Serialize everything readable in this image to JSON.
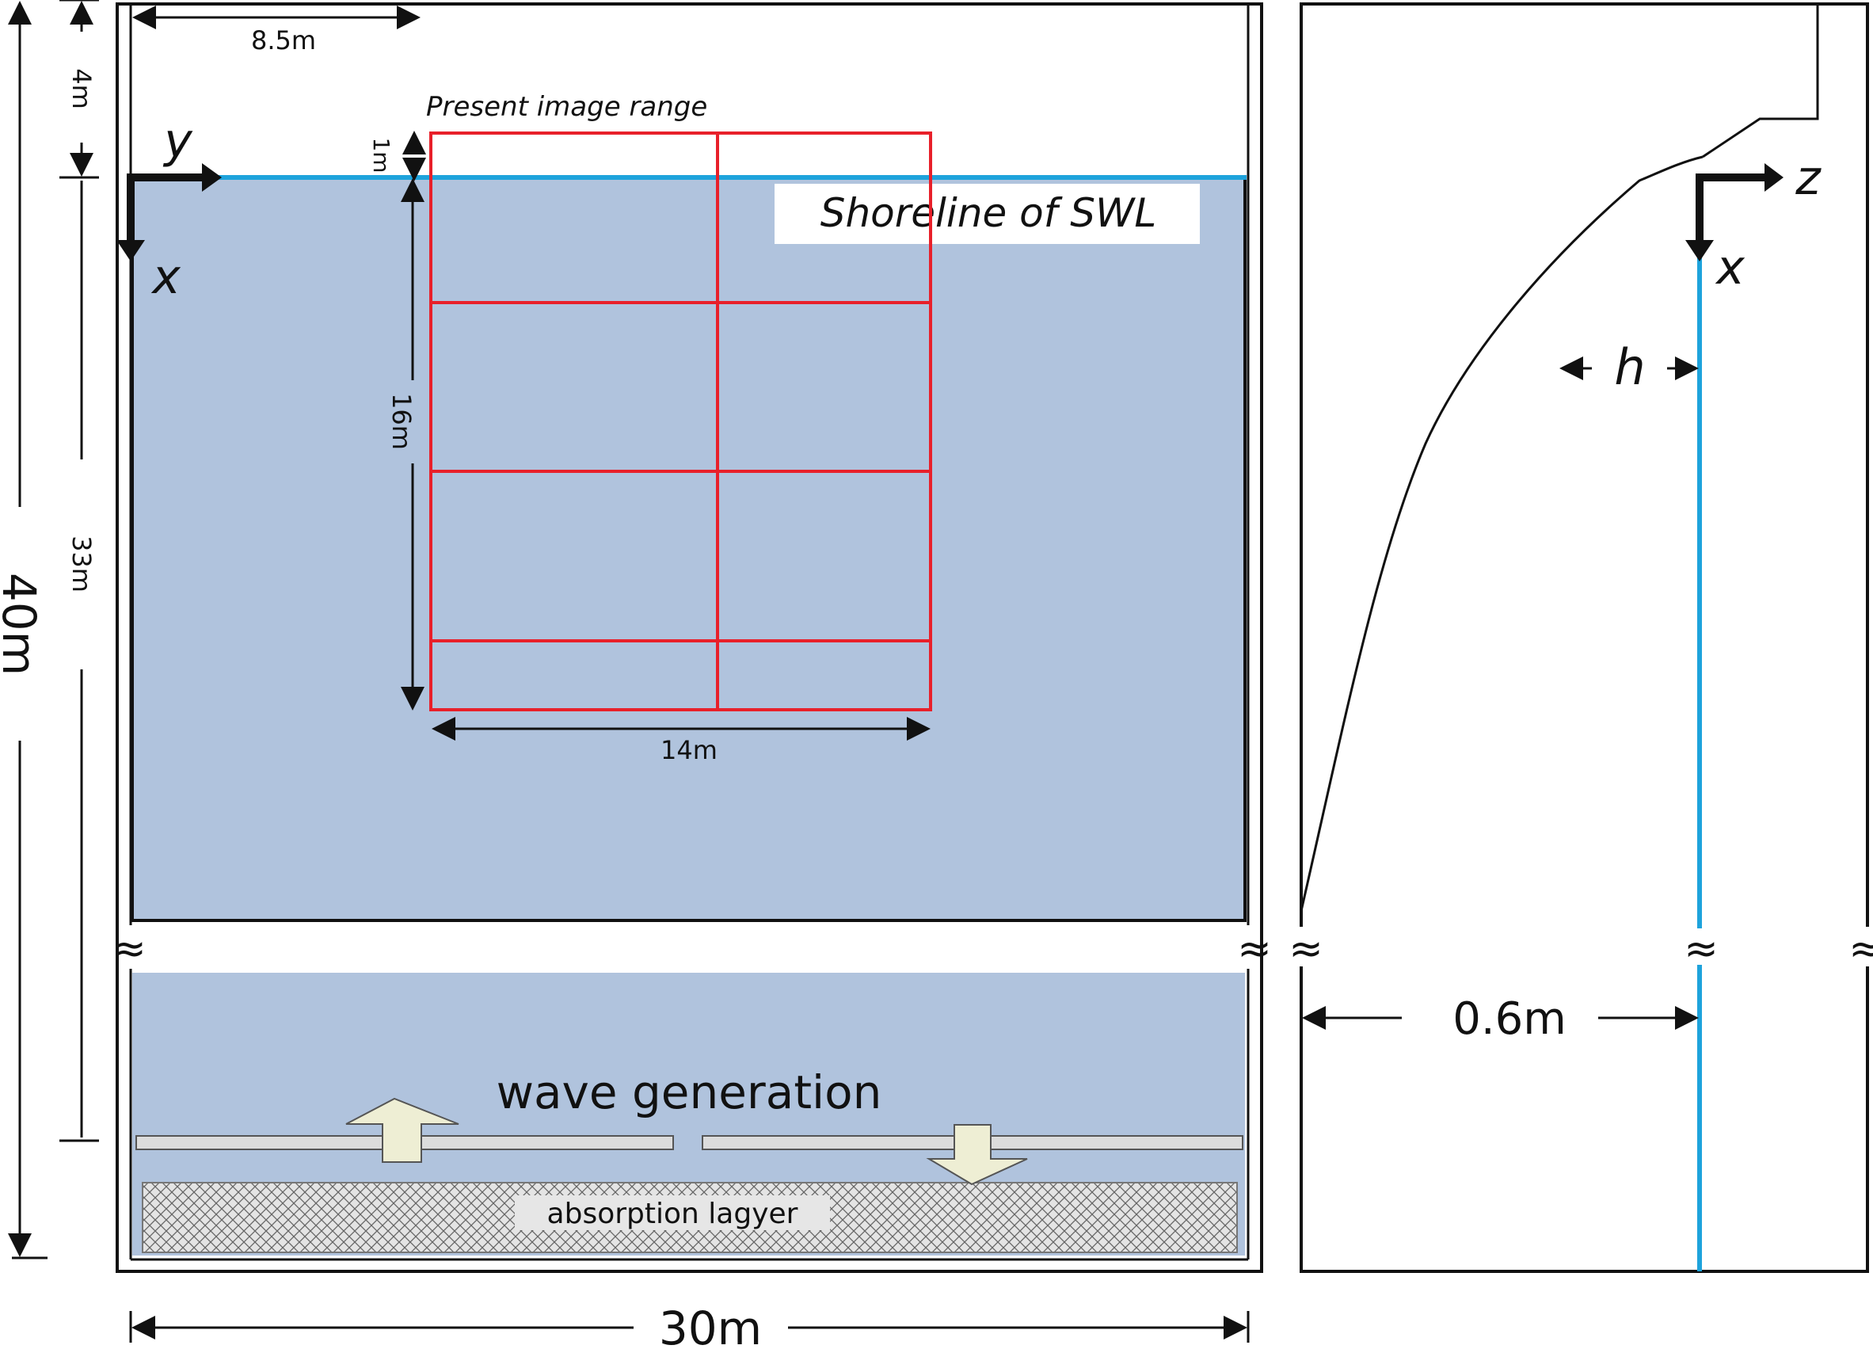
{
  "colors": {
    "water": "#b0c3dd",
    "shoreline": "#1ea3dc",
    "image_range": "#e8202a",
    "outline": "#111111",
    "paddle": "#dcdcdc",
    "arrow_fill": "#eeeed4",
    "absorption_label_bg": "#e6e6e6"
  },
  "plan_view": {
    "dims": {
      "top_width": "8.5m",
      "top_gap": "4m",
      "small_gap": "1m",
      "grid_height": "16m",
      "grid_width": "14m",
      "water_length": "33m",
      "total_length": "40m",
      "total_width": "30m"
    },
    "axes": {
      "horizontal": "y",
      "vertical": "x"
    },
    "image_range_label": "Present image range",
    "shoreline_label": "Shoreline of SWL",
    "wave_label": "wave generation",
    "absorption_label": "absorption lagyer",
    "break_mark": "≈"
  },
  "profile_view": {
    "axes": {
      "horizontal": "z",
      "vertical": "x"
    },
    "depth_label": "h",
    "width_label": "0.6m",
    "break_mark": "≈"
  }
}
